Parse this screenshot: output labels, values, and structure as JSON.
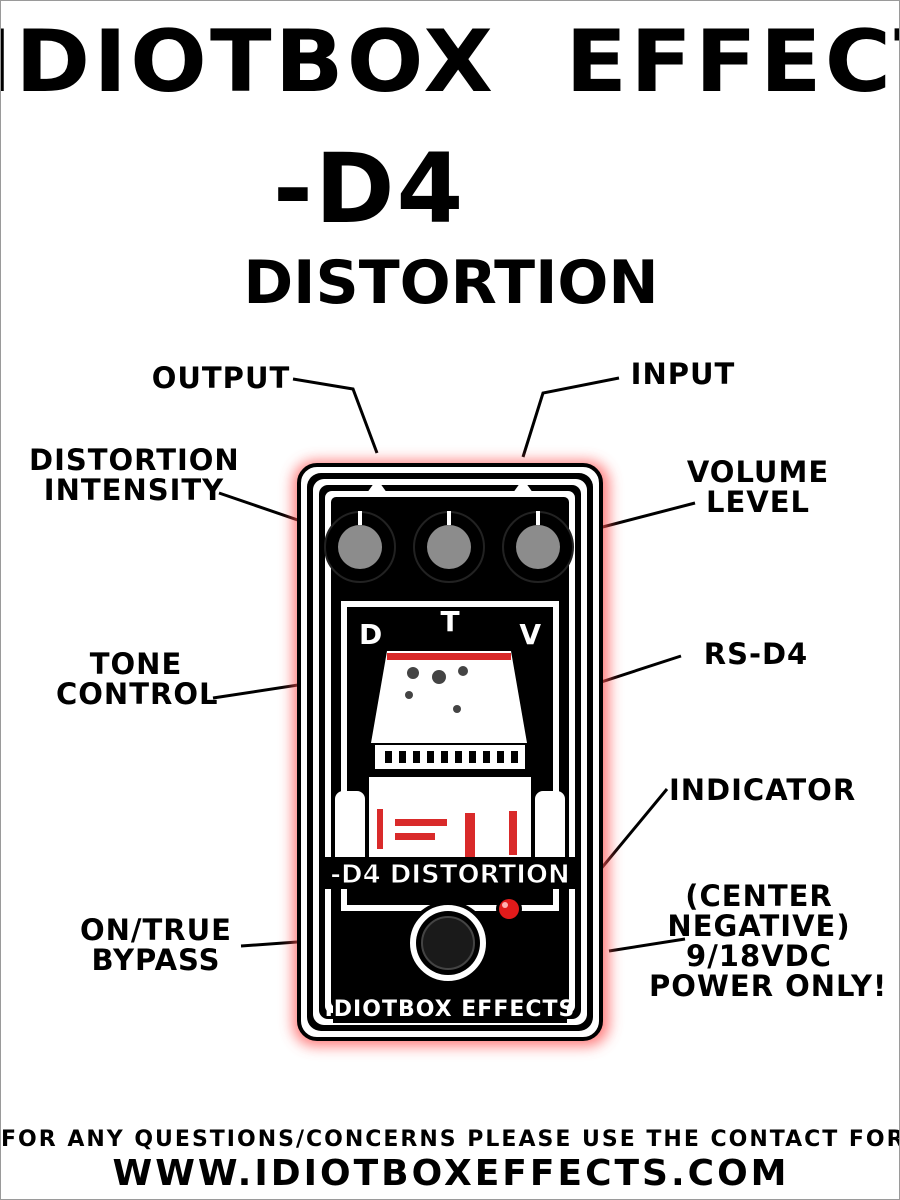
{
  "header": {
    "brand": "IDIOTBOX  EFFECTS",
    "model": "-D4",
    "product_type": "DISTORTION"
  },
  "labels": {
    "output": "OUTPUT",
    "input": "INPUT",
    "distortion_intensity": "DISTORTION\nINTENSITY",
    "volume_level": "VOLUME\nLEVEL",
    "tone_control": "TONE\nCONTROL",
    "rs_d4": "RS-D4",
    "indicator": "INDICATOR",
    "power": "(CENTER\nNEGATIVE)\n9/18VDC\nPOWER ONLY!",
    "bypass": "ON/TRUE\nBYPASS"
  },
  "pedal": {
    "knob_letters": [
      "D",
      "T",
      "V"
    ],
    "graphic_name": "-D4 DISTORTION",
    "badge": "IDIOTBOX EFFECTS",
    "enclosure_color": "#000000",
    "glow_color": "#ff5050",
    "led_color": "#e11a1a",
    "robot_accent_color": "#d92a2a"
  },
  "footer": {
    "contact_line": "FOR ANY QUESTIONS/CONCERNS PLEASE USE THE CONTACT FORM AT:",
    "url": "WWW.IDIOTBOXEFFECTS.COM"
  }
}
